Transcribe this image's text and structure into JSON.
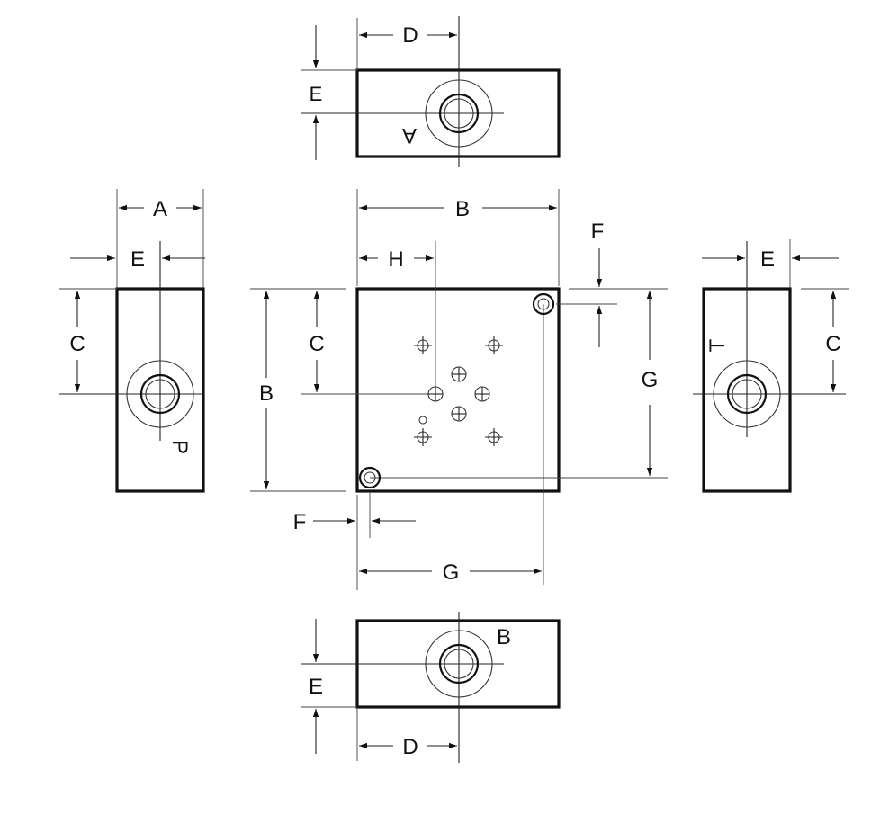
{
  "labels": {
    "top_view": {
      "width": "D",
      "height": "E",
      "port": "A"
    },
    "left_view": {
      "width": "A",
      "offset": "E",
      "height": "C",
      "port": "P"
    },
    "main_view": {
      "width": "B",
      "hole_offset_x": "H",
      "height": "B",
      "hole_offset_y": "C",
      "corner_offset_top": "F",
      "corner_spacing_v": "G",
      "corner_offset_bottom": "F",
      "corner_spacing_h": "G"
    },
    "right_view": {
      "offset": "E",
      "height": "C",
      "port": "T"
    },
    "bottom_view": {
      "height": "E",
      "width": "D",
      "port": "B"
    }
  }
}
